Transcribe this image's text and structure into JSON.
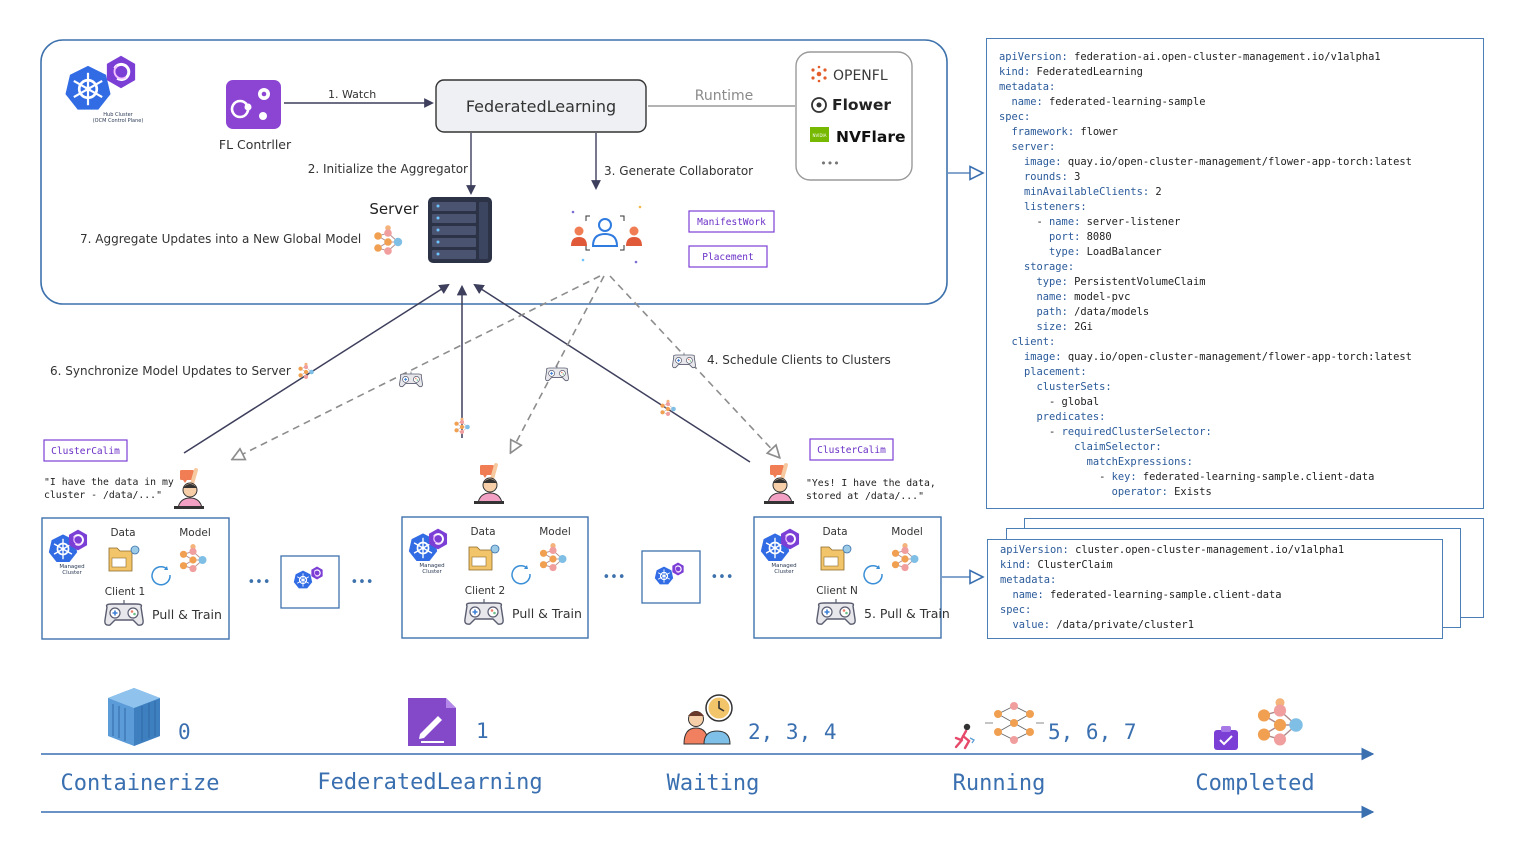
{
  "hub": {
    "title": "Hub Cluster",
    "subtitle": "(OCM Control Plane)",
    "controller_label": "FL Contrller",
    "fl_box_label": "FederatedLearning",
    "runtime_label": "Runtime",
    "runtimes": [
      "OPENFL",
      "Flower",
      "NVFlare",
      "•••"
    ],
    "nvidia_mark": "NVIDIA",
    "server_label": "Server",
    "manifestwork_label": "ManifestWork",
    "placement_label": "Placement"
  },
  "steps": {
    "s1": "1. Watch",
    "s2": "2. Initialize the Aggregator",
    "s3": "3. Generate Collaborator",
    "s4": "4. Schedule Clients to Clusters",
    "s5": "5. Pull & Train",
    "s6": "6. Synchronize Model Updates to Server",
    "s7": "7. Aggregate Updates into a New Global Model"
  },
  "claims": {
    "label": "ClusterCalim",
    "left_quote": [
      "\"I have the data in my",
      " cluster - /data/...\""
    ],
    "right_quote": [
      "\"Yes! I have the data,",
      " stored at /data/...\""
    ]
  },
  "clusters": {
    "data_label": "Data",
    "model_label": "Model",
    "managed_label": [
      "Managed",
      "Cluster"
    ],
    "pull_train": "Pull & Train",
    "ellipsis": "•••",
    "clients": [
      "Client 1",
      "Client 2",
      "Client N"
    ]
  },
  "fl_yaml": [
    [
      [
        "k",
        "apiVersion:"
      ],
      [
        "v",
        " federation-ai.open-cluster-management.io/v1alpha1"
      ]
    ],
    [
      [
        "k",
        "kind:"
      ],
      [
        "v",
        " FederatedLearning"
      ]
    ],
    [
      [
        "k",
        "metadata:"
      ]
    ],
    [
      [
        "v",
        "  "
      ],
      [
        "k",
        "name:"
      ],
      [
        "v",
        " federated-learning-sample"
      ]
    ],
    [
      [
        "k",
        "spec:"
      ]
    ],
    [
      [
        "v",
        "  "
      ],
      [
        "k",
        "framework:"
      ],
      [
        "v",
        " flower"
      ]
    ],
    [
      [
        "v",
        "  "
      ],
      [
        "k",
        "server:"
      ]
    ],
    [
      [
        "v",
        "    "
      ],
      [
        "k",
        "image:"
      ],
      [
        "v",
        " quay.io/open-cluster-management/flower-app-torch:latest"
      ]
    ],
    [
      [
        "v",
        "    "
      ],
      [
        "k",
        "rounds:"
      ],
      [
        "v",
        " 3"
      ]
    ],
    [
      [
        "v",
        "    "
      ],
      [
        "k",
        "minAvailableClients:"
      ],
      [
        "v",
        " 2"
      ]
    ],
    [
      [
        "v",
        "    "
      ],
      [
        "k",
        "listeners:"
      ]
    ],
    [
      [
        "v",
        "      - "
      ],
      [
        "k",
        "name:"
      ],
      [
        "v",
        " server-listener"
      ]
    ],
    [
      [
        "v",
        "        "
      ],
      [
        "k",
        "port:"
      ],
      [
        "v",
        " 8080"
      ]
    ],
    [
      [
        "v",
        "        "
      ],
      [
        "k",
        "type:"
      ],
      [
        "v",
        " LoadBalancer"
      ]
    ],
    [
      [
        "v",
        "    "
      ],
      [
        "k",
        "storage:"
      ]
    ],
    [
      [
        "v",
        "      "
      ],
      [
        "k",
        "type:"
      ],
      [
        "v",
        " PersistentVolumeClaim"
      ]
    ],
    [
      [
        "v",
        "      "
      ],
      [
        "k",
        "name:"
      ],
      [
        "v",
        " model-pvc"
      ]
    ],
    [
      [
        "v",
        "      "
      ],
      [
        "k",
        "path:"
      ],
      [
        "v",
        " /data/models"
      ]
    ],
    [
      [
        "v",
        "      "
      ],
      [
        "k",
        "size:"
      ],
      [
        "v",
        " 2Gi"
      ]
    ],
    [
      [
        "v",
        "  "
      ],
      [
        "k",
        "client:"
      ]
    ],
    [
      [
        "v",
        "    "
      ],
      [
        "k",
        "image:"
      ],
      [
        "v",
        " quay.io/open-cluster-management/flower-app-torch:latest"
      ]
    ],
    [
      [
        "v",
        "    "
      ],
      [
        "k",
        "placement:"
      ]
    ],
    [
      [
        "v",
        "      "
      ],
      [
        "k",
        "clusterSets:"
      ]
    ],
    [
      [
        "v",
        "        - global"
      ]
    ],
    [
      [
        "v",
        "      "
      ],
      [
        "k",
        "predicates:"
      ]
    ],
    [
      [
        "v",
        "        - "
      ],
      [
        "k",
        "requiredClusterSelector:"
      ]
    ],
    [
      [
        "v",
        "            "
      ],
      [
        "k",
        "claimSelector:"
      ]
    ],
    [
      [
        "v",
        "              "
      ],
      [
        "k",
        "matchExpressions:"
      ]
    ],
    [
      [
        "v",
        "                - "
      ],
      [
        "k",
        "key:"
      ],
      [
        "v",
        " federated-learning-sample.client-data"
      ]
    ],
    [
      [
        "v",
        "                  "
      ],
      [
        "k",
        "operator:"
      ],
      [
        "v",
        " Exists"
      ]
    ]
  ],
  "claim_yaml_back": [
    [
      [
        "v",
        "  "
      ],
      [
        "k",
        "apiVersion:"
      ],
      [
        "v",
        " cluster.open-cluster-management.io/v1alpha1"
      ]
    ],
    [
      [
        "k",
        "apiVersion:"
      ],
      [
        "v",
        " cluster.open-cluster-management.io/v1alpha1"
      ]
    ]
  ],
  "claim_yaml": [
    [
      [
        "k",
        "apiVersion:"
      ],
      [
        "v",
        " cluster.open-cluster-management.io/v1alpha1"
      ]
    ],
    [
      [
        "k",
        "kind:"
      ],
      [
        "v",
        " ClusterClaim"
      ]
    ],
    [
      [
        "k",
        "metadata:"
      ]
    ],
    [
      [
        "v",
        "  "
      ],
      [
        "k",
        "name:"
      ],
      [
        "v",
        " federated-learning-sample.client-data"
      ]
    ],
    [
      [
        "k",
        "spec:"
      ]
    ],
    [
      [
        "v",
        "  "
      ],
      [
        "k",
        "value:"
      ],
      [
        "v",
        " /data/private/cluster1"
      ]
    ]
  ],
  "timeline": {
    "stages": [
      "Containerize",
      "FederatedLearning",
      "Waiting",
      "Running",
      "Completed"
    ],
    "steps": [
      "0",
      "1",
      "2, 3, 4",
      "5, 6, 7"
    ]
  },
  "colors": {
    "border_blue": "#3e72ad",
    "timeline_blue": "#3a6fb0",
    "arrow_dark": "#3d3f5c",
    "dashed_gray": "#8d8d8d",
    "purple": "#7b3fd6",
    "orange_node": "#f0a050",
    "server_dark": "#2c3347"
  }
}
